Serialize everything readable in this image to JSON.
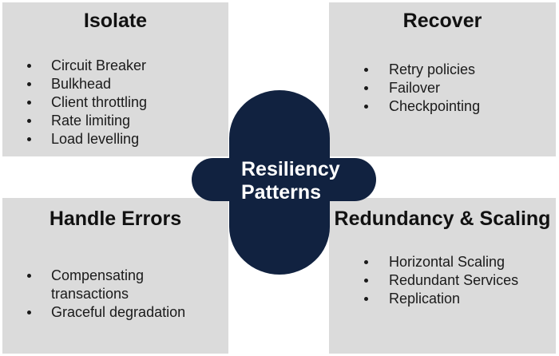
{
  "center": {
    "line1": "Resiliency",
    "line2": "Patterns"
  },
  "quadrants": [
    {
      "title": "Isolate",
      "items": [
        "Circuit Breaker",
        "Bulkhead",
        "Client throttling",
        "Rate limiting",
        "Load levelling"
      ]
    },
    {
      "title": "Recover",
      "items": [
        "Retry policies",
        "Failover",
        "Checkpointing"
      ]
    },
    {
      "title": "Handle Errors",
      "items": [
        "Compensating transactions",
        "Graceful degradation"
      ]
    },
    {
      "title": "Redundancy & Scaling",
      "items": [
        "Horizontal Scaling",
        "Redundant Services",
        "Replication"
      ]
    }
  ],
  "colors": {
    "box_background": "#dbdbdb",
    "accent_navy": "#112240",
    "text": "#1a1a1a",
    "center_text": "#ffffff",
    "page_background": "#ffffff"
  }
}
